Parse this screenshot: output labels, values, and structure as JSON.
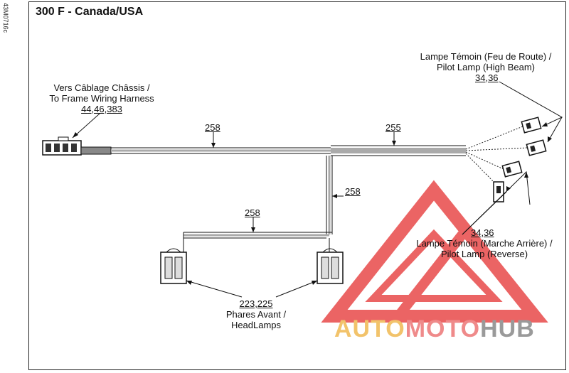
{
  "side_code": "43M0716c",
  "title": "300 F - Canada/USA",
  "labels": {
    "frame_harness": {
      "line1": "Vers Câblage Châssis /",
      "line2": "To Frame Wiring Harness",
      "ref": "44,46,383"
    },
    "pilot_high": {
      "line1": "Lampe Témoin (Feu de Route) /",
      "line2": "Pilot Lamp (High Beam)",
      "ref": "34,36"
    },
    "pilot_reverse": {
      "ref": "34,36",
      "line1": "Lampe Témoin (Marche Arrière) /",
      "line2": "Pilot Lamp (Reverse)"
    },
    "headlamps": {
      "ref": "223,225",
      "line1": "Phares Avant /",
      "line2": "HeadLamps"
    }
  },
  "wires": {
    "main_left": "258",
    "main_right": "255",
    "vertical": "258",
    "headlamp_branch": "258"
  },
  "watermark": {
    "part1": "AUTO",
    "part2": "MOTO",
    "part3": "HUB",
    "color1": "#f2c36b",
    "color2": "#ef8a8a",
    "color3": "#9a9a9a",
    "logo_color": "#e84a4a"
  }
}
